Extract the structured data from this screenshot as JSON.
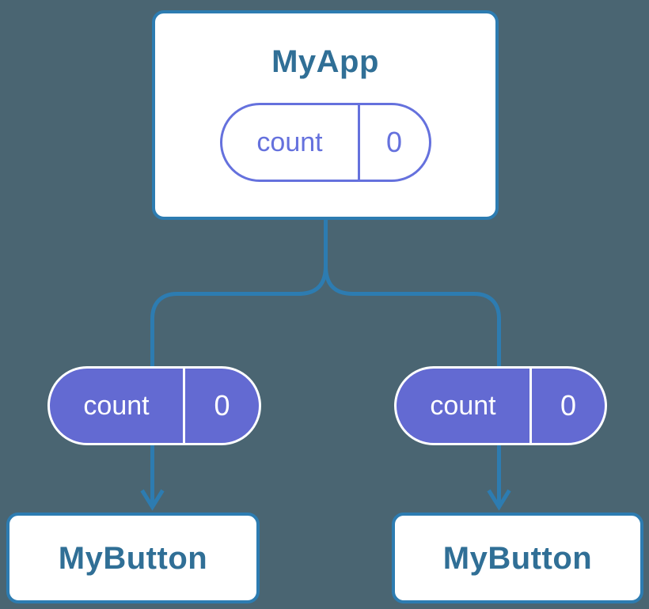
{
  "tree": {
    "root": {
      "name": "MyApp",
      "state": {
        "label": "count",
        "value": "0"
      }
    },
    "children": [
      {
        "name": "MyButton",
        "state": {
          "label": "count",
          "value": "0"
        }
      },
      {
        "name": "MyButton",
        "state": {
          "label": "count",
          "value": "0"
        }
      }
    ]
  },
  "colors": {
    "background": "#4a6572",
    "connector_blue": "#2d7cb1",
    "component_text": "#306f96",
    "pill_outline_purple": "#6571dd",
    "pill_fill_purple": "#636ad2",
    "card_white": "#ffffff"
  }
}
